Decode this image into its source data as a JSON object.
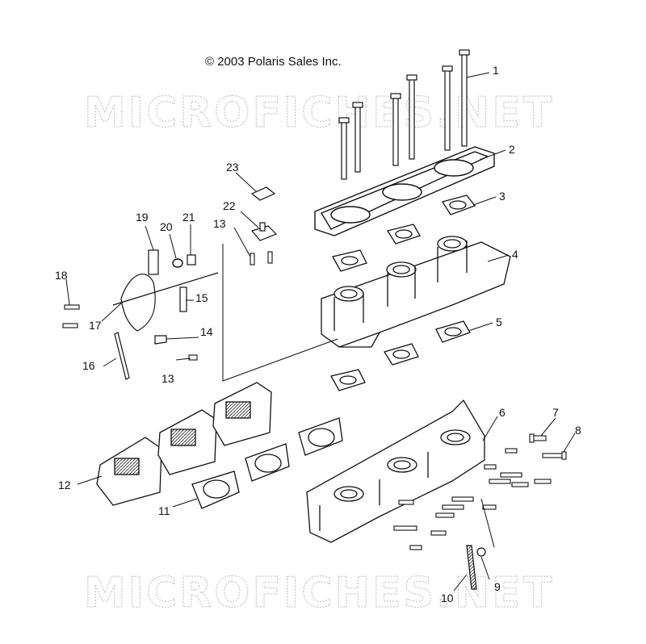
{
  "copyright": "© 2003 Polaris Sales Inc.",
  "watermark": "MICROFICHES.NET",
  "colors": {
    "ink": "#111111",
    "watermark": "#c9c9c9",
    "paper": "#ffffff"
  },
  "callouts": {
    "c1": "1",
    "c2": "2",
    "c3": "3",
    "c4": "4",
    "c5": "5",
    "c6": "6",
    "c7": "7",
    "c8": "8",
    "c9": "9",
    "c10": "10",
    "c11": "11",
    "c12": "12",
    "c13a": "13",
    "c13b": "13",
    "c14": "14",
    "c15": "15",
    "c16": "16",
    "c17": "17",
    "c18": "18",
    "c19": "19",
    "c20": "20",
    "c21": "21",
    "c22": "22",
    "c23": "23"
  }
}
